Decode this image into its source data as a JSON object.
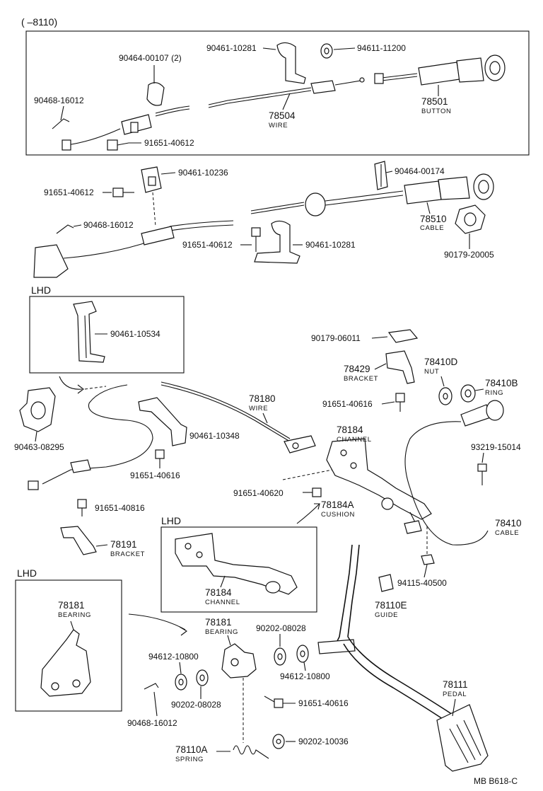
{
  "header": {
    "range": "(       –8110)"
  },
  "footer": {
    "code": "MB  B618-C"
  },
  "section_labels": {
    "lhd_1": "LHD",
    "lhd_2": "LHD",
    "lhd_3": "LHD"
  },
  "top_box_parts": {
    "p1": "90461-10281",
    "p2": "94611-11200",
    "p3": "90464-00107 (2)",
    "p4": "90468-16012",
    "p5": "91651-40612",
    "wire_no": "78504",
    "wire_name": "WIRE",
    "button_no": "78501",
    "button_name": "BUTTON"
  },
  "middle_parts": {
    "p1": "90461-10236",
    "p2": "90464-00174",
    "p3": "91651-40612",
    "p4": "90468-16012",
    "p5": "91651-40612",
    "p6": "90461-10281",
    "cable_no": "78510",
    "cable_name": "CABLE",
    "p7": "90179-20005"
  },
  "lhd_box1": {
    "p1": "90461-10534"
  },
  "lower_parts": {
    "p1": "90179-06011",
    "bracket_no": "78429",
    "bracket_name": "BRACKET",
    "nut_no": "78410D",
    "nut_name": "NUT",
    "ring_no": "78410B",
    "ring_name": "RING",
    "wire_no": "78180",
    "wire_name": "WIRE",
    "p2": "91651-40616",
    "channel_no": "78184",
    "channel_name": "CHANNEL",
    "p3": "90463-08295",
    "p4": "90461-10348",
    "p5": "91651-40616",
    "p6": "93219-15014",
    "p7": "91651-40620",
    "cushion_no": "78184A",
    "cushion_name": "CUSHION",
    "p8": "91651-40816",
    "cable_no": "78410",
    "cable_name": "CABLE",
    "bracket2_no": "78191",
    "bracket2_name": "BRACKET",
    "p9": "94115-40500",
    "guide_no": "78110E",
    "guide_name": "GUIDE"
  },
  "lhd_box2": {
    "channel_no": "78184",
    "channel_name": "CHANNEL"
  },
  "lhd_box3": {
    "bearing_no": "78181",
    "bearing_name": "BEARING"
  },
  "bottom_parts": {
    "bearing_no": "78181",
    "bearing_name": "BEARING",
    "p1": "90202-08028",
    "p2": "94612-10800",
    "p3": "94612-10800",
    "p4": "90202-08028",
    "p5": "91651-40616",
    "p6": "90468-16012",
    "p7": "90202-10036",
    "spring_no": "78110A",
    "spring_name": "SPRING",
    "pedal_no": "78111",
    "pedal_name": "PEDAL"
  }
}
